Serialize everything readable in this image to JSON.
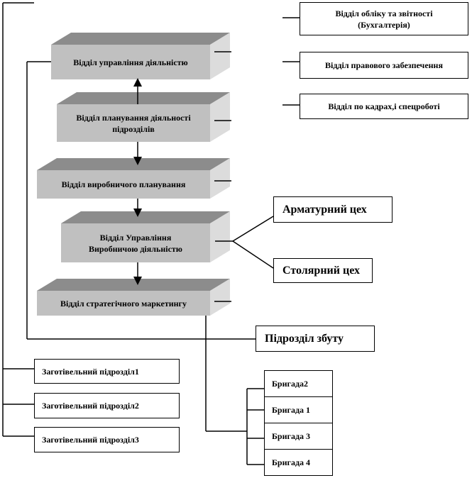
{
  "central_departments": [
    {
      "label": "Відділ  управління діяльністю"
    },
    {
      "label": "Відділ  планування діяльності підрозділів"
    },
    {
      "label": "Відділ  виробничого планування"
    },
    {
      "label": "Відділ  Управління Виробничою діяльністю"
    },
    {
      "label": "Відділ  стратегічного маркетингу"
    }
  ],
  "side_departments": [
    {
      "label": "Відділ  обліку  та звітності (Бухгалтерія)"
    },
    {
      "label": "Відділ  правового забезпечення"
    },
    {
      "label": "Відділ  по кадрах,і  спецроботі"
    }
  ],
  "workshops": [
    {
      "label": "Арматурний цех"
    },
    {
      "label": "Столярний цех"
    }
  ],
  "sales_unit": {
    "label": "Підрозділ збуту"
  },
  "procurement_units": [
    {
      "label": "Заготівельний підрозділ1"
    },
    {
      "label": "Заготівельний підрозділ2"
    },
    {
      "label": "Заготівельний підрозділ3"
    }
  ],
  "brigades": [
    {
      "label": "Бригада2"
    },
    {
      "label": "Бригада 1"
    },
    {
      "label": "Бригада 3"
    },
    {
      "label": "Бригада  4"
    }
  ],
  "colors": {
    "front": "#c0c0c0",
    "top": "#8c8c8c",
    "side": "#dcdcdc"
  }
}
